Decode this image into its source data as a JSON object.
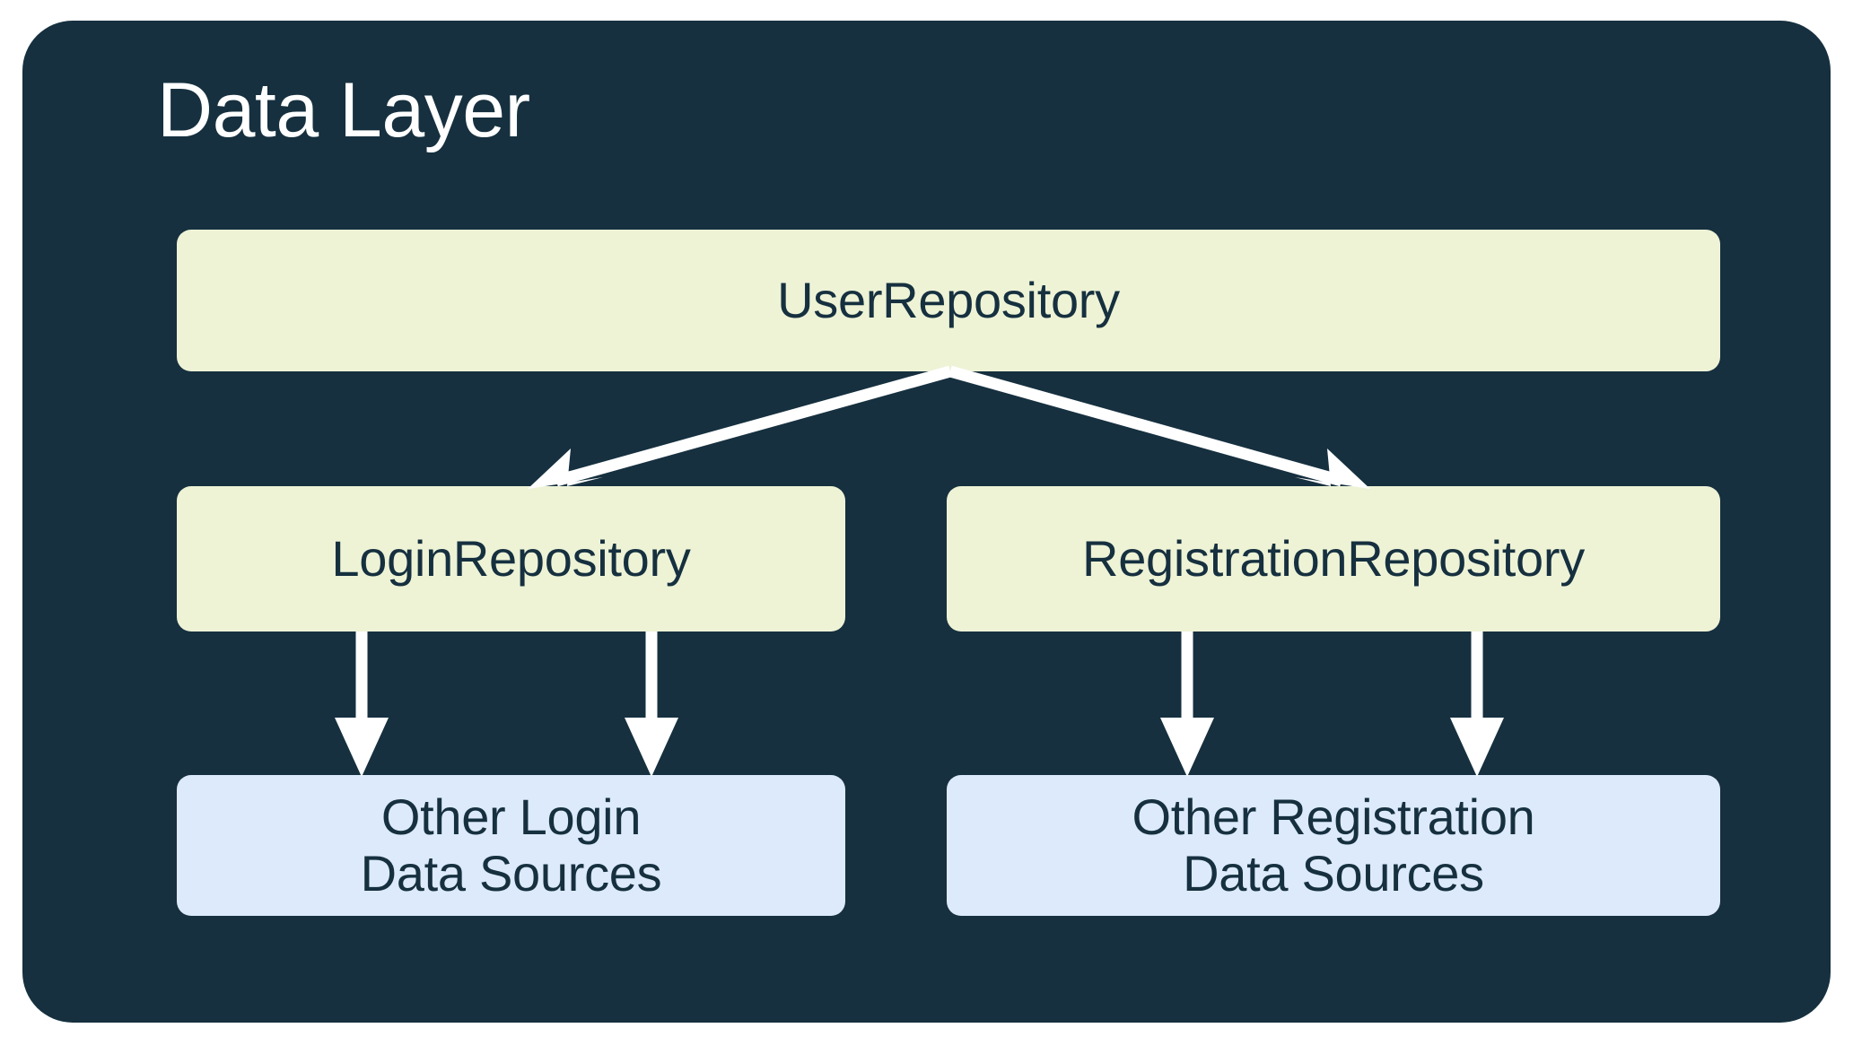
{
  "diagram": {
    "title": "Data Layer",
    "background_color": "#16303F",
    "page_background": "#FFFFFF",
    "title_color": "#FFFFFF",
    "arrow_color": "#FFFFFF",
    "node_text_color": "#16303F",
    "repository_fill": "#EEF3D6",
    "data_source_fill": "#DCEAFB",
    "nodes": {
      "user_repository": "UserRepository",
      "login_repository": "LoginRepository",
      "registration_repository": "RegistrationRepository",
      "other_login_data_sources": "Other Login\nData Sources",
      "other_registration_data_sources": "Other Registration\nData Sources"
    },
    "edges": [
      {
        "from": "UserRepository",
        "to": "LoginRepository"
      },
      {
        "from": "UserRepository",
        "to": "RegistrationRepository"
      },
      {
        "from": "LoginRepository",
        "to": "Other Login Data Sources"
      },
      {
        "from": "LoginRepository",
        "to": "Other Login Data Sources"
      },
      {
        "from": "RegistrationRepository",
        "to": "Other Registration Data Sources"
      },
      {
        "from": "RegistrationRepository",
        "to": "Other Registration Data Sources"
      }
    ]
  }
}
